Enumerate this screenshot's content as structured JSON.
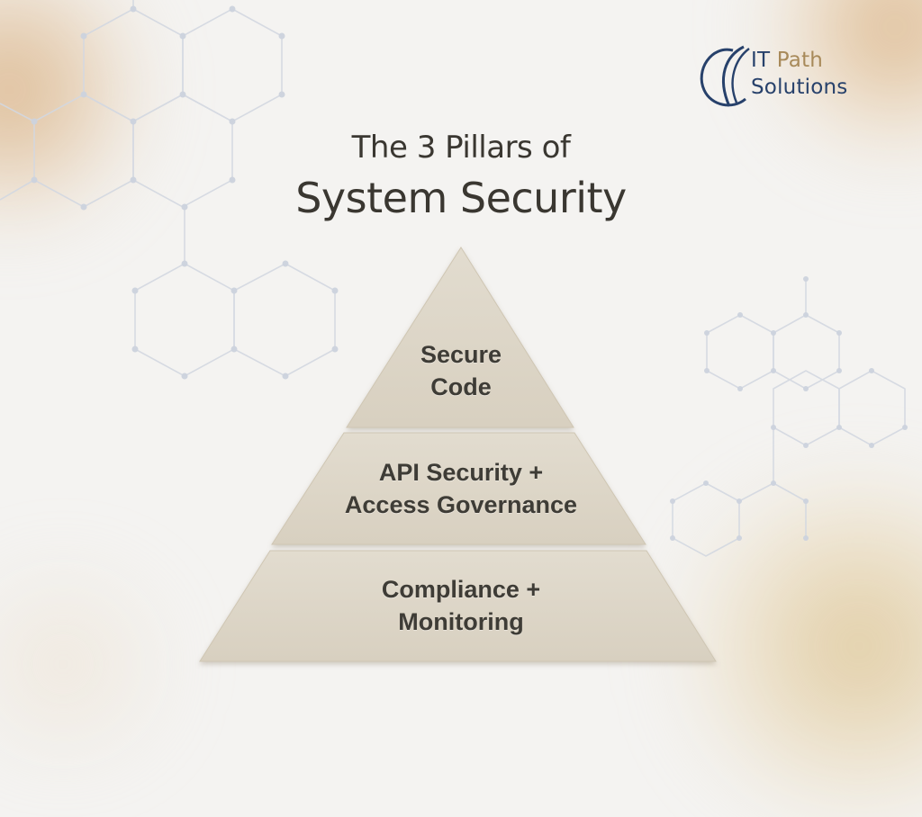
{
  "brand": {
    "name_part1": "IT",
    "name_part2": "Path",
    "name_line2": "Solutions",
    "colors": {
      "navy": "#27416b",
      "gold": "#a88a5a"
    }
  },
  "title": {
    "line1": "The 3 Pillars of",
    "line2": "System Security"
  },
  "pyramid": {
    "tiers": [
      {
        "line1": "Secure",
        "line2": "Code"
      },
      {
        "line1": "API Security +",
        "line2": "Access Governance"
      },
      {
        "line1": "Compliance +",
        "line2": "Monitoring"
      }
    ],
    "colors": {
      "fill": "#ddd6c8",
      "edge": "#c9c0ad",
      "text": "#3e3c36"
    }
  },
  "background": {
    "base": "#f4f3f1",
    "accent_warm": "#d4a670",
    "hex_line": "#d6dae3"
  }
}
